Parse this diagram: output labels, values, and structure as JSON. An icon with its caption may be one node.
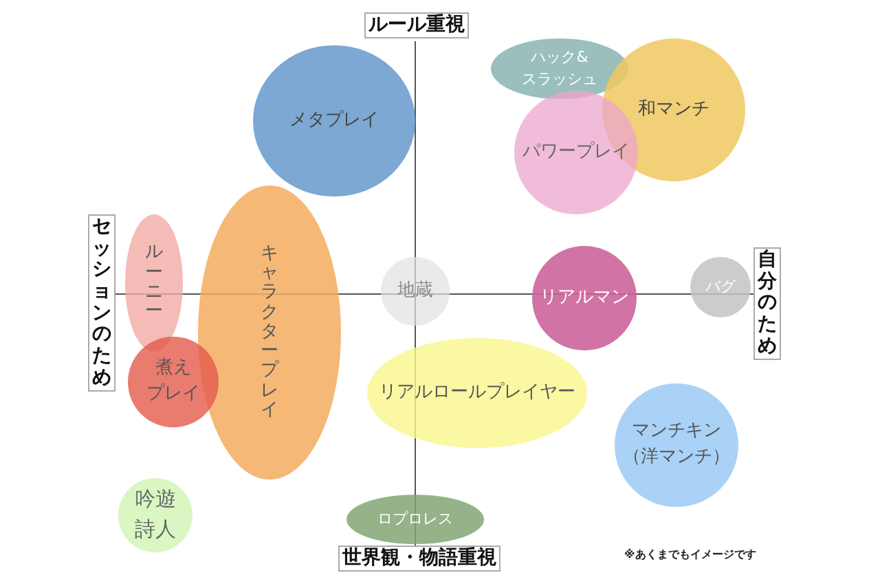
{
  "diagram": {
    "nodes": [
      {
        "text": [
          "ルール重視"
        ]
      },
      {
        "text": [
          "セッションのため"
        ]
      },
      {
        "text": [
          "自分のため"
        ]
      },
      {
        "text": [
          "世界観・物語重視"
        ]
      },
      {
        "text": [
          "メタプレイ"
        ]
      },
      {
        "text": [
          "ハック&スラッシュ"
        ]
      },
      {
        "text": [
          "和マンチ"
        ]
      },
      {
        "text": [
          "パワープレイ"
        ]
      },
      {
        "text": [
          "ルーニー"
        ]
      },
      {
        "text": [
          "キャラクタープレイ"
        ]
      },
      {
        "text": [
          "地蔵"
        ]
      },
      {
        "text": [
          "リアルマン"
        ]
      },
      {
        "text": [
          "バグ"
        ]
      },
      {
        "text": [
          "煮えプレイ"
        ]
      },
      {
        "text": [
          "リアルロールプレイヤー"
        ]
      },
      {
        "text": [
          "マンチキン（洋マンチ）"
        ]
      },
      {
        "text": [
          "吟遊詩人"
        ]
      },
      {
        "text": [
          "ロプロレス"
        ]
      }
    ],
    "labels": [
      "※あくまでもイメージです"
    ]
  }
}
